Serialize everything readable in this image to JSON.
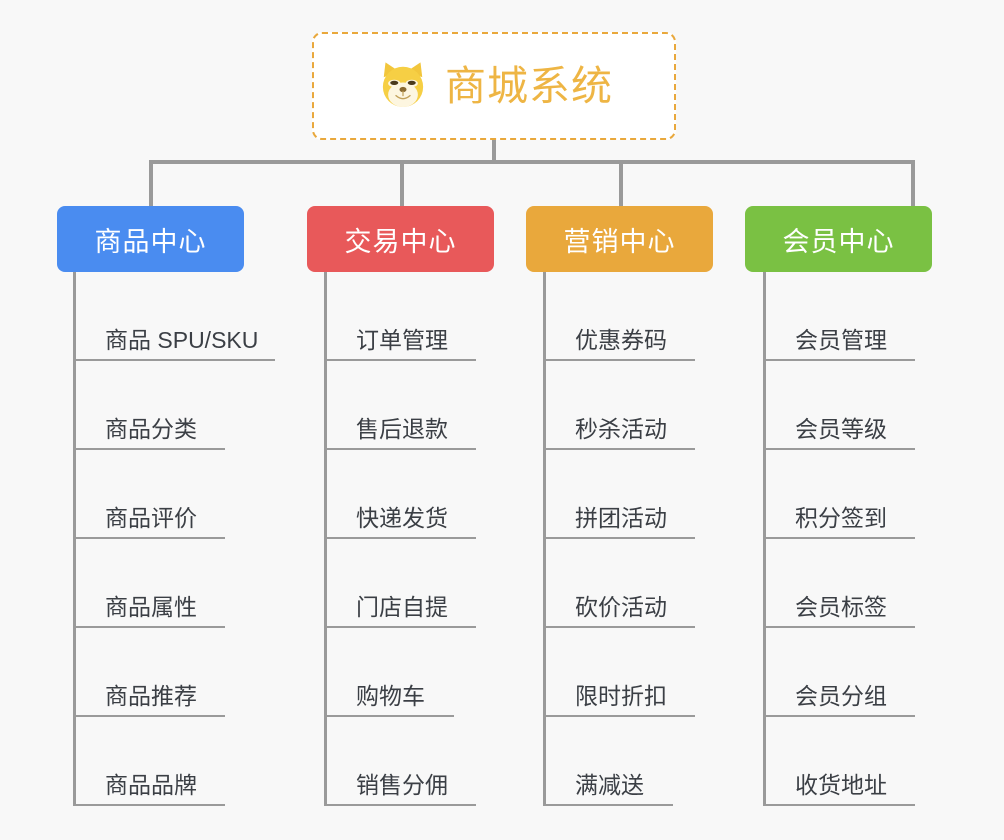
{
  "page": {
    "background_color": "#f8f8f8",
    "line_color": "#9a9a9a"
  },
  "root": {
    "title": "商城系统",
    "icon": "shiba-dog-face-icon",
    "accent_color": "#e9a83c",
    "border_style": "dashed"
  },
  "categories": [
    {
      "label": "商品中心",
      "color": "#4a8cf0",
      "items": [
        "商品 SPU/SKU",
        "商品分类",
        "商品评价",
        "商品属性",
        "商品推荐",
        "商品品牌"
      ]
    },
    {
      "label": "交易中心",
      "color": "#e8595a",
      "items": [
        "订单管理",
        "售后退款",
        "快递发货",
        "门店自提",
        "购物车",
        "销售分佣"
      ]
    },
    {
      "label": "营销中心",
      "color": "#e9a83c",
      "items": [
        "优惠券码",
        "秒杀活动",
        "拼团活动",
        "砍价活动",
        "限时折扣",
        "满减送"
      ]
    },
    {
      "label": "会员中心",
      "color": "#7ac143",
      "items": [
        "会员管理",
        "会员等级",
        "积分签到",
        "会员标签",
        "会员分组",
        "收货地址"
      ]
    }
  ]
}
